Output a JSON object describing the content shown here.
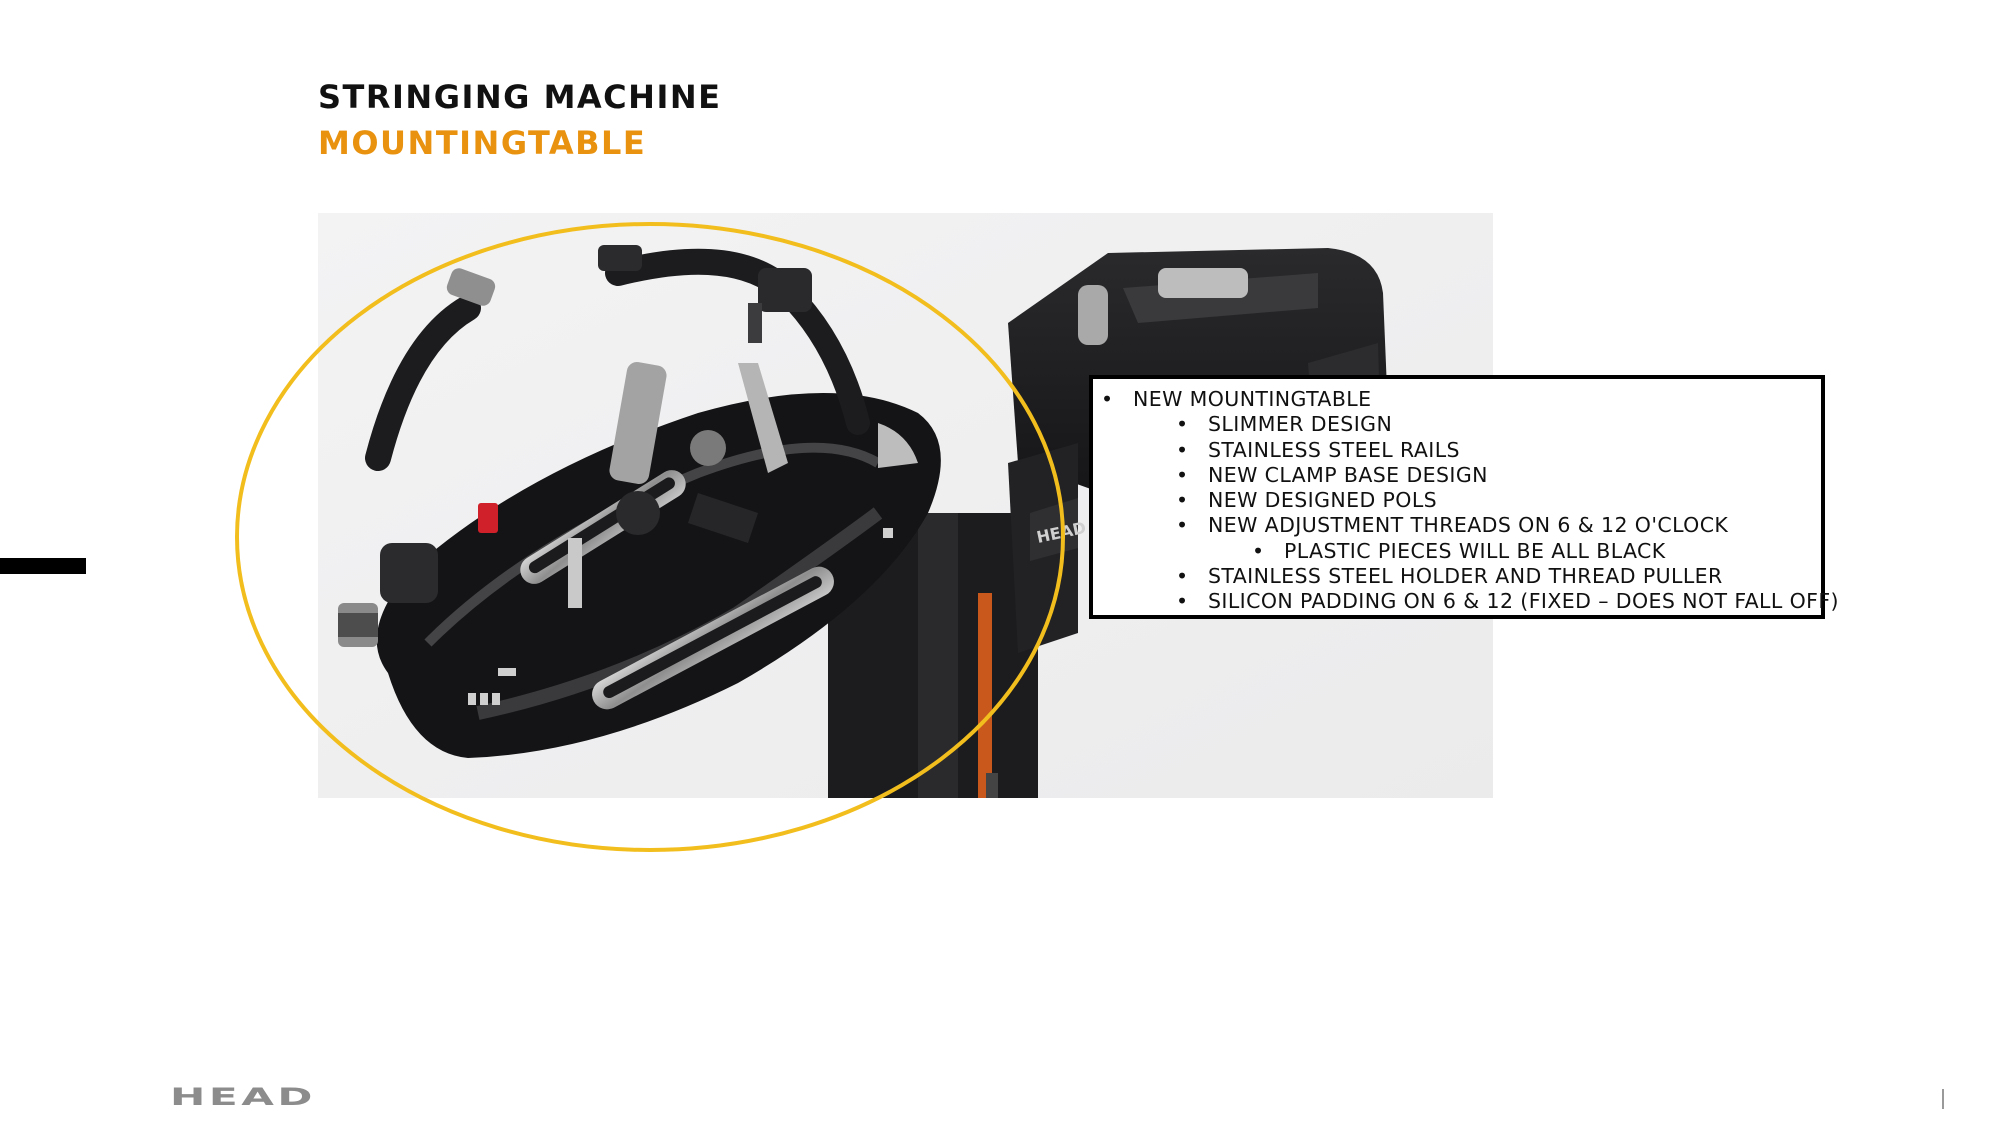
{
  "slide": {
    "title": "STRINGING MACHINE",
    "subtitle": "MOUNTINGTABLE",
    "accent_color": "#E8920F",
    "highlight_ring_color": "#F2BE1E"
  },
  "photo": {
    "subject": "stringing-machine-mounting-table",
    "machine_brand_mark": "HEAD"
  },
  "callout": {
    "items": [
      {
        "level": 0,
        "text": "NEW MOUNTINGTABLE"
      },
      {
        "level": 1,
        "text": "SLIMMER DESIGN"
      },
      {
        "level": 1,
        "text": "STAINLESS STEEL RAILS"
      },
      {
        "level": 1,
        "text": "NEW CLAMP BASE DESIGN"
      },
      {
        "level": 1,
        "text": "NEW DESIGNED POLS"
      },
      {
        "level": 1,
        "text": "NEW ADJUSTMENT THREADS ON 6 & 12 O'CLOCK"
      },
      {
        "level": 2,
        "text": "PLASTIC PIECES WILL BE ALL BLACK"
      },
      {
        "level": 1,
        "text": "STAINLESS STEEL HOLDER AND THREAD PULLER"
      },
      {
        "level": 1,
        "text": "SILICON PADDING ON 6 & 12 (FIXED – DOES NOT FALL OFF)"
      }
    ]
  },
  "footer": {
    "logo_text": "HEAD",
    "logo_color": "#8C8C8C"
  }
}
